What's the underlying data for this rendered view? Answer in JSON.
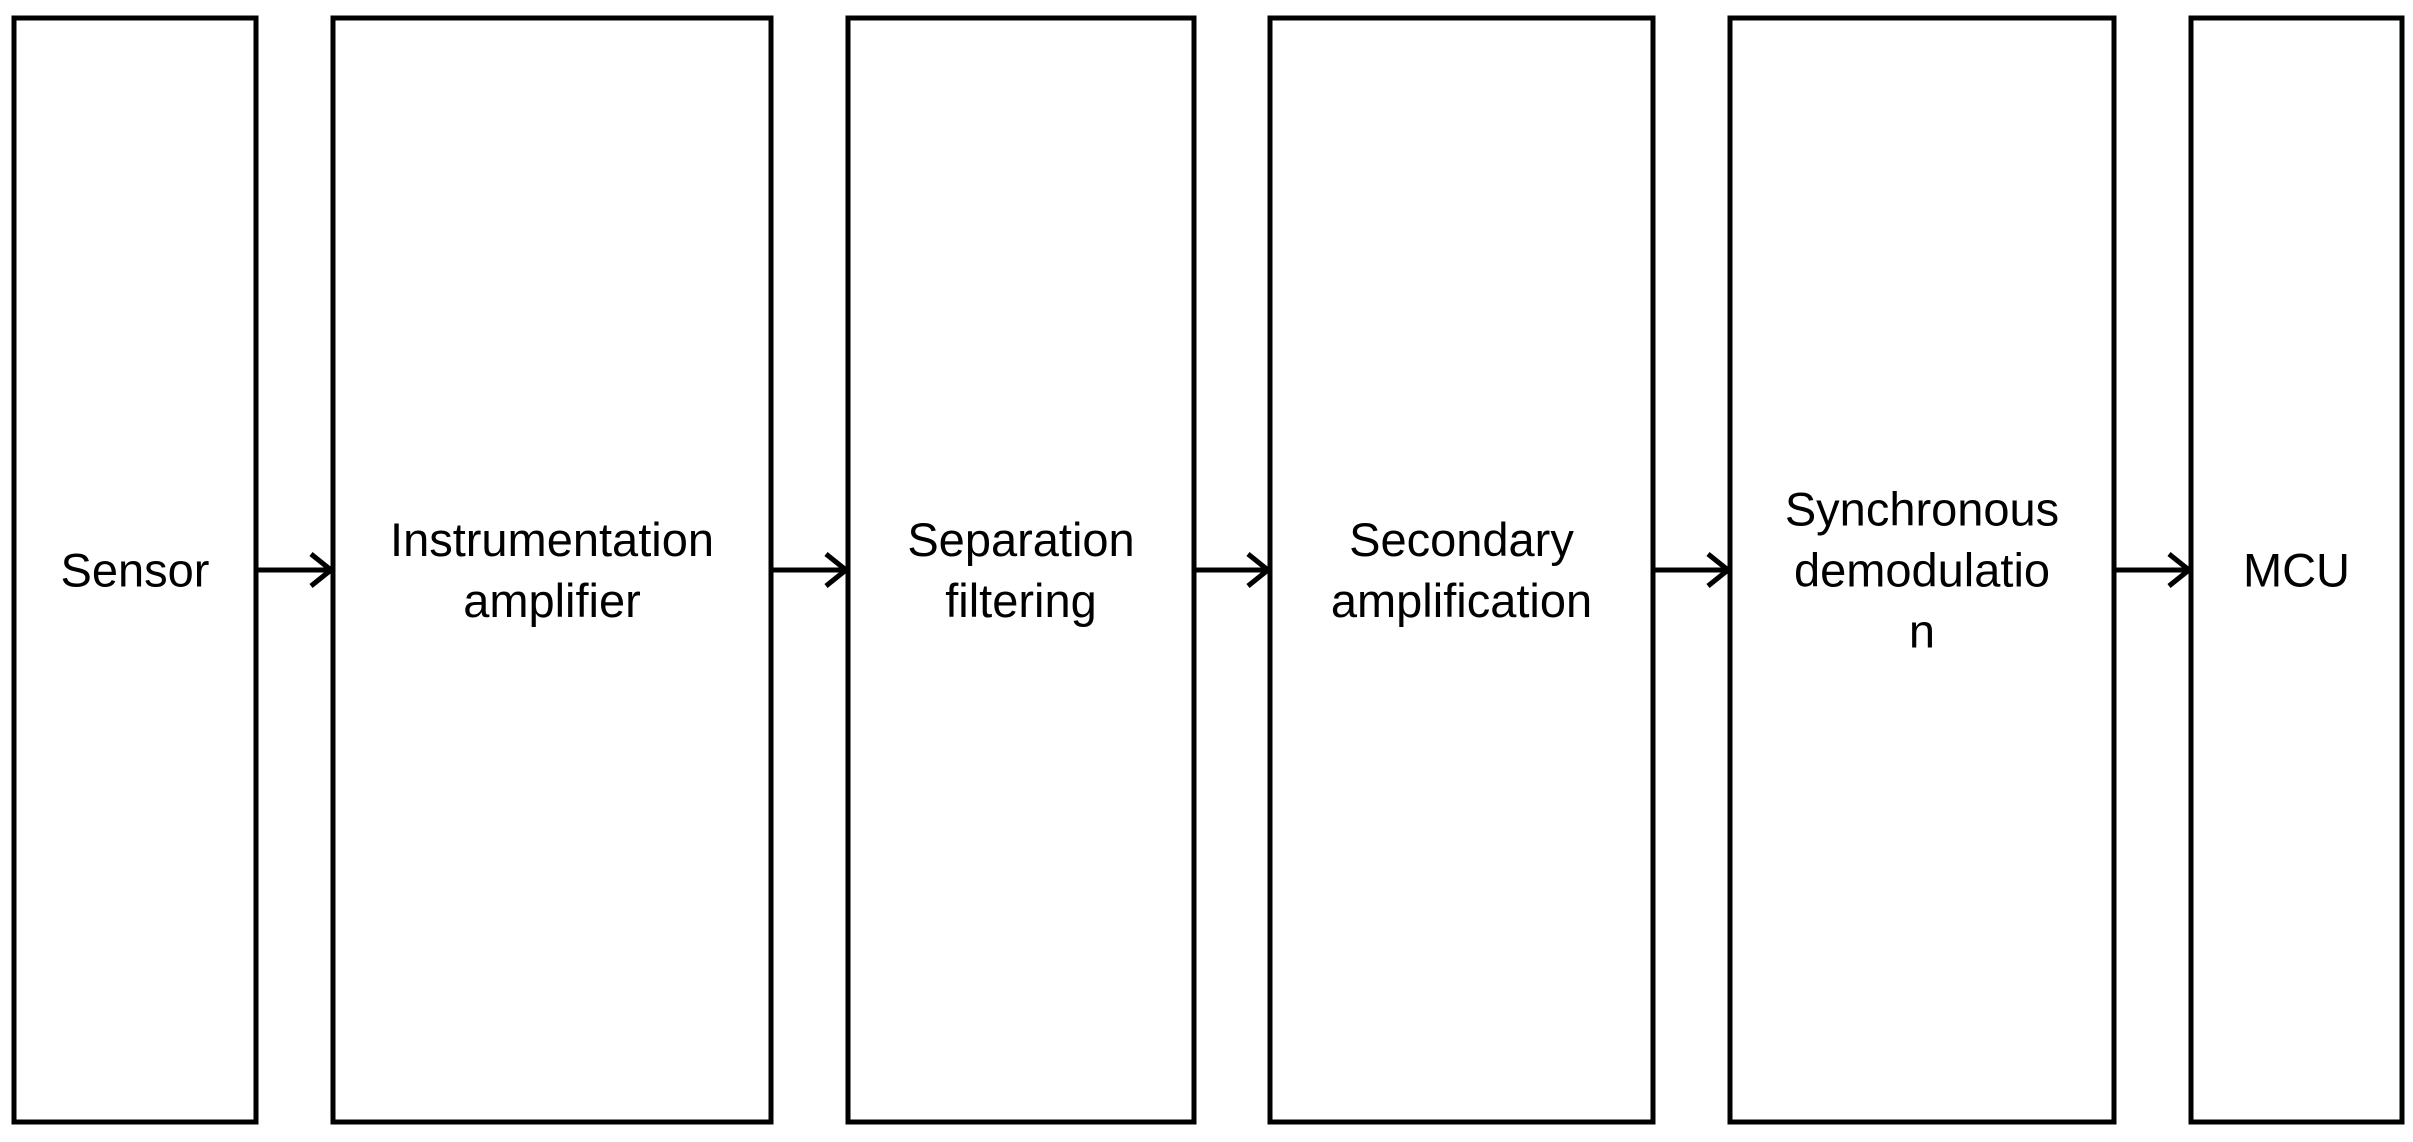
{
  "diagram": {
    "blocks": [
      {
        "id": "sensor",
        "lines": [
          "Sensor"
        ]
      },
      {
        "id": "instrumentation-amplifier",
        "lines": [
          "Instrumentation",
          "amplifier"
        ]
      },
      {
        "id": "separation-filtering",
        "lines": [
          "Separation",
          "filtering"
        ]
      },
      {
        "id": "secondary-amplification",
        "lines": [
          "Secondary",
          "amplification"
        ]
      },
      {
        "id": "synchronous-demodulation",
        "lines": [
          "Synchronous",
          "demodulatio",
          "n"
        ]
      },
      {
        "id": "mcu",
        "lines": [
          "MCU"
        ]
      }
    ],
    "connections": [
      {
        "from": "sensor",
        "to": "instrumentation-amplifier"
      },
      {
        "from": "instrumentation-amplifier",
        "to": "separation-filtering"
      },
      {
        "from": "separation-filtering",
        "to": "secondary-amplification"
      },
      {
        "from": "secondary-amplification",
        "to": "synchronous-demodulation"
      },
      {
        "from": "synchronous-demodulation",
        "to": "mcu"
      }
    ],
    "colors": {
      "stroke": "#000000",
      "text": "#000000",
      "background": "#ffffff"
    }
  }
}
